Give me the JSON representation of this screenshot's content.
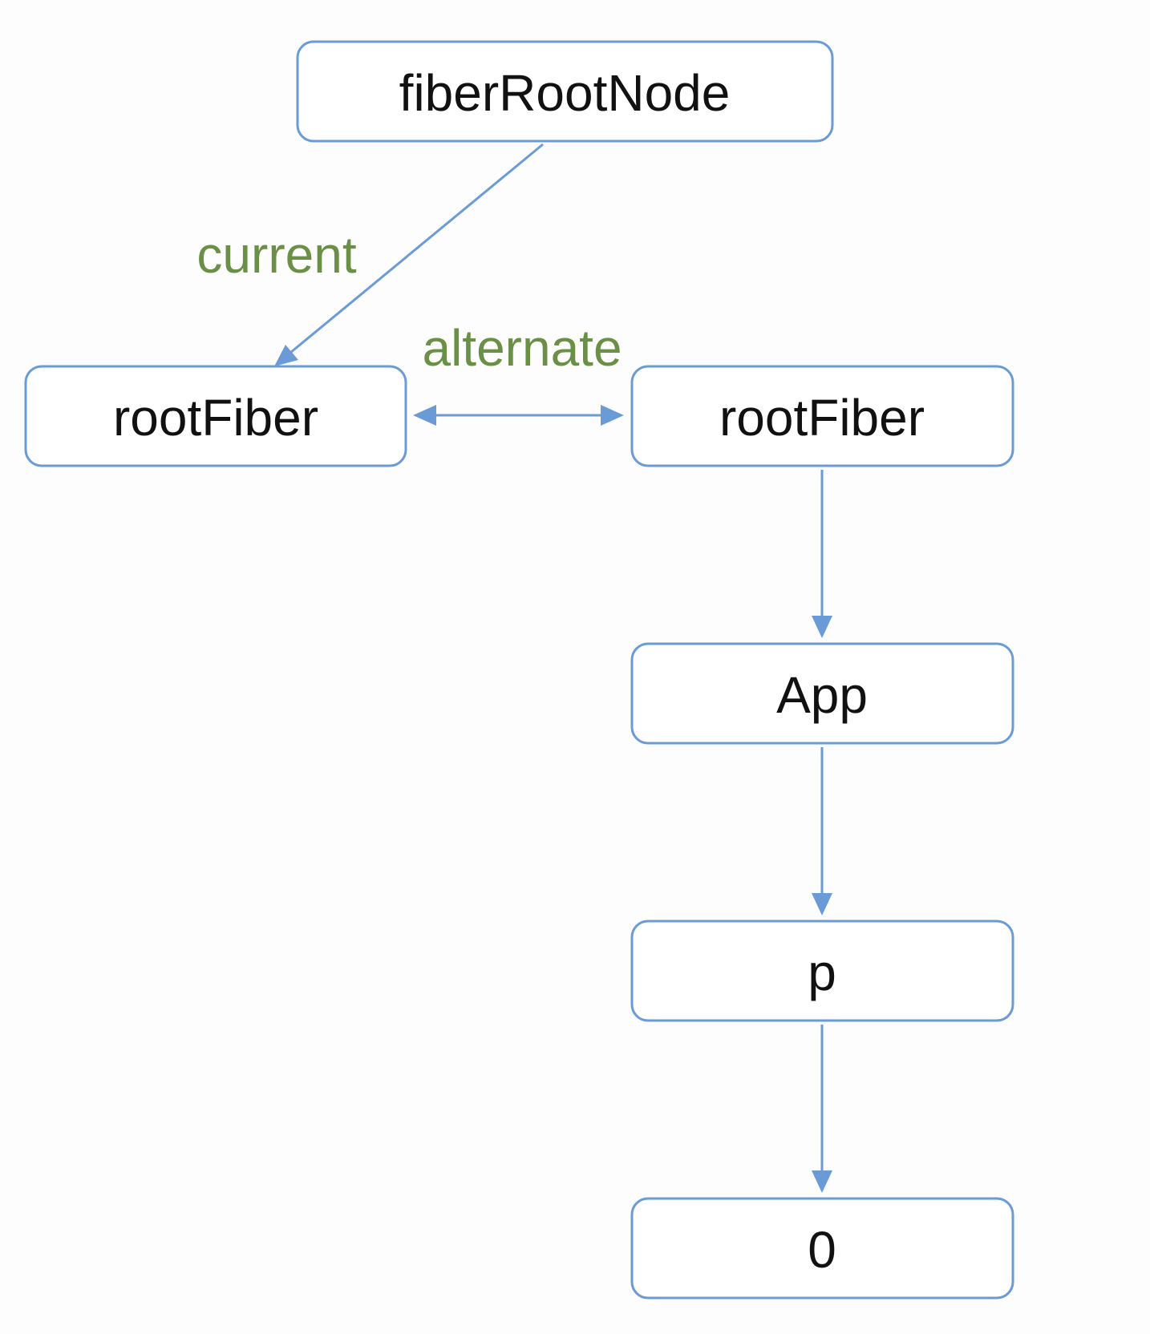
{
  "diagram": {
    "nodes": {
      "fiber_root_node": "fiberRootNode",
      "root_fiber_current": "rootFiber",
      "root_fiber_wip": "rootFiber",
      "app": "App",
      "p": "p",
      "text_zero": "0"
    },
    "edges": {
      "current_label": "current",
      "alternate_label": "alternate"
    }
  },
  "colors": {
    "node_border": "#6b9bd6",
    "edge_line": "#6b9bd6",
    "edge_label": "#6a8f46",
    "node_text": "#111111",
    "background": "#fdfdfd"
  }
}
